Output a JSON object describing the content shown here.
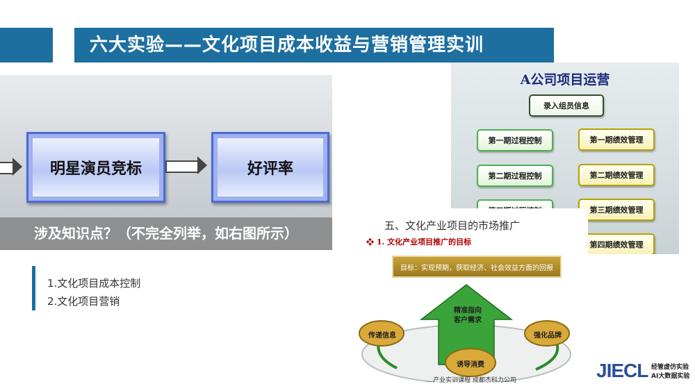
{
  "title": "六大实验——文化项目成本收益与营销管理实训",
  "flow": {
    "box1": "明星演员竞标",
    "box2": "好评率",
    "caption": "涉及知识点？（不完全列举，如右图所示）"
  },
  "list": [
    "1.文化项目成本控制",
    "2.文化项目营销"
  ],
  "project": {
    "title": "A公司项目运营",
    "entry": "录入组员信息",
    "left_items": [
      "第一期过程控制",
      "第二期过程控制",
      "第三期过程控制"
    ],
    "right_items": [
      "第一期绩效管理",
      "第二期绩效管理",
      "第三期绩效管理",
      "第四期绩效管理"
    ]
  },
  "market": {
    "title": "五、文化产业项目的市场推广",
    "subtitle": "❖ 1. 文化产业项目推广的目标",
    "goal": "目标：实现预期，获取经济、社会效益方面的回报",
    "center_1": "精准指向",
    "center_2": "客户需求",
    "nodes": [
      "传递信息",
      "强化品牌",
      "诱导消费"
    ],
    "footer": "…产业实训课程    成都杰科力公司"
  },
  "logo": {
    "text": "JIECL",
    "line1": "经管虚仿实验",
    "line2": "AI大数据实验"
  },
  "colors": {
    "brand_blue": "#1d6fa0",
    "logo_blue": "#2a4f9a"
  }
}
